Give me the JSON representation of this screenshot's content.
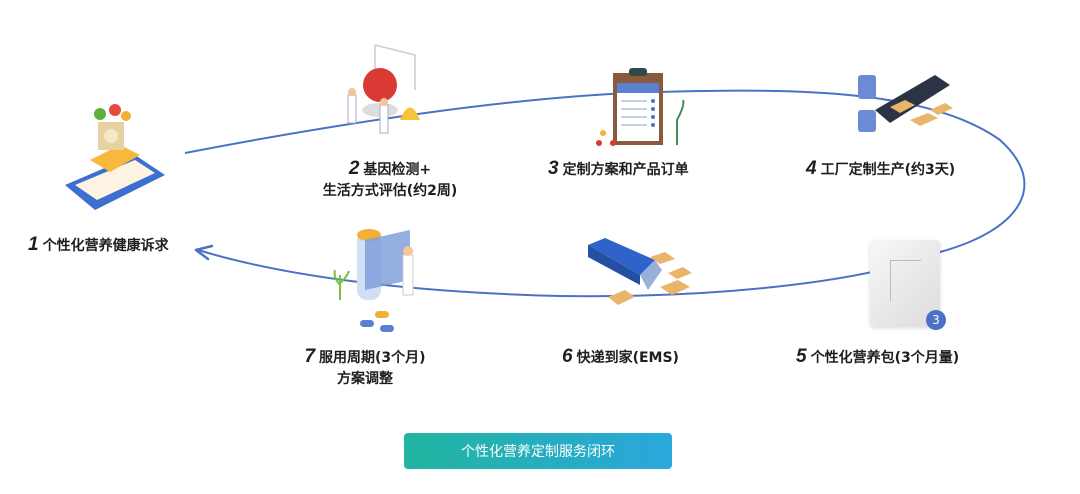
{
  "steps": [
    {
      "num": "1",
      "label": "个性化营养健康诉求"
    },
    {
      "num": "2",
      "label": "基因检测+",
      "label2": "生活方式评估(约2周)"
    },
    {
      "num": "3",
      "label": "定制方案和产品订单"
    },
    {
      "num": "4",
      "label": "工厂定制生产(约3天)"
    },
    {
      "num": "5",
      "label": "个性化营养包(3个月量)",
      "badge": "3"
    },
    {
      "num": "6",
      "label": "快递到家(EMS)"
    },
    {
      "num": "7",
      "label": "服用周期(3个月)",
      "label2": "方案调整"
    }
  ],
  "footer_button": "个性化营养定制服务闭环",
  "colors": {
    "loop": "#4a72c4",
    "button_start": "#22b5a0",
    "button_end": "#2aa7dc"
  }
}
